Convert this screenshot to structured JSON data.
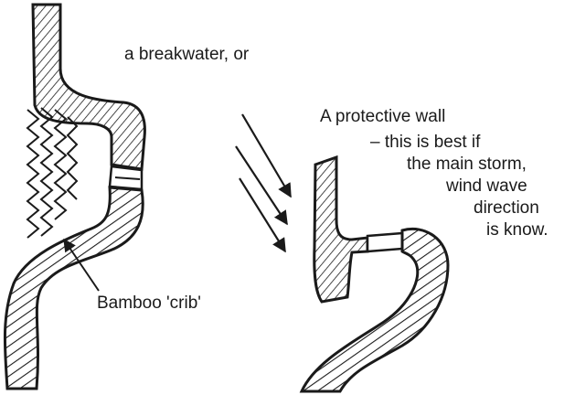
{
  "labels": {
    "breakwater": "a breakwater, or",
    "bamboo_crib": "Bamboo 'crib'",
    "protective_wall": "A protective wall",
    "note_lines": [
      "– this is best if",
      "the main storm,",
      "wind wave",
      "direction",
      "is know."
    ]
  },
  "colors": {
    "ink": "#1a1a1a",
    "paper": "#ffffff"
  },
  "icons": {
    "arrow": "wind-arrow-icon"
  }
}
